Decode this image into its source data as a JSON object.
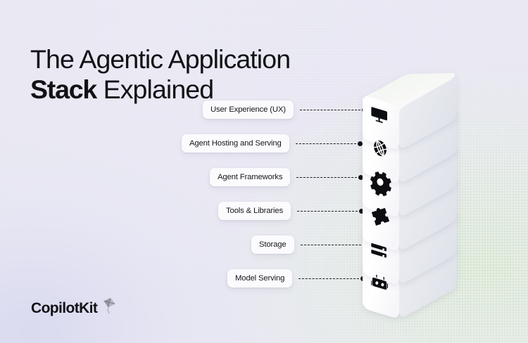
{
  "title": {
    "line1": "The Agentic Application",
    "line2_bold": "Stack",
    "line2_rest": " Explained"
  },
  "brand": {
    "name": "CopilotKit",
    "logo_icon": "kite-icon",
    "logo_color": "#8d8d99",
    "text_color": "#101114"
  },
  "colors": {
    "background_lavender": "#eceaf4",
    "background_mint": "#e7efe3",
    "pill_background": "#fbfbfd",
    "text_primary": "#111216",
    "connector": "#1b1c20",
    "block_face": "#ffffff",
    "block_side": "#e8e9ef",
    "block_top": "#f4f6f2"
  },
  "diagram": {
    "type": "layered-stack",
    "orientation": "isometric-3d",
    "layer_count": 6,
    "layers": [
      {
        "index": 1,
        "label": "User Experience (UX)",
        "icon": "monitor-icon"
      },
      {
        "index": 2,
        "label": "Agent Hosting and Serving",
        "icon": "globe-network-icon"
      },
      {
        "index": 3,
        "label": "Agent Frameworks",
        "icon": "gear-icon"
      },
      {
        "index": 4,
        "label": "Tools & Libraries",
        "icon": "puzzle-piece-icon"
      },
      {
        "index": 5,
        "label": "Storage",
        "icon": "database-icon"
      },
      {
        "index": 6,
        "label": "Model Serving",
        "icon": "robot-icon"
      }
    ]
  }
}
